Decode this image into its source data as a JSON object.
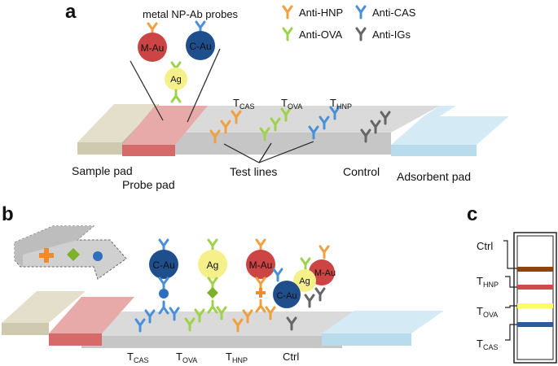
{
  "panels": {
    "a": "a",
    "b": "b",
    "c": "c"
  },
  "a": {
    "probes_title": "metal NP-Ab probes",
    "probe_left": "M-Au",
    "probe_right": "C-Au",
    "antigen": "Ag",
    "legend": [
      {
        "label": "Anti-HNP",
        "color": "#f0a040"
      },
      {
        "label": "Anti-CAS",
        "color": "#4a90d9"
      },
      {
        "label": "Anti-OVA",
        "color": "#9ed24c"
      },
      {
        "label": "Anti-IGs",
        "color": "#666666"
      }
    ],
    "line_labels": [
      {
        "main": "T",
        "sub": "CAS"
      },
      {
        "main": "T",
        "sub": "OVA"
      },
      {
        "main": "T",
        "sub": "HNP"
      }
    ],
    "captions": {
      "sample_pad": "Sample pad",
      "probe_pad": "Probe pad",
      "test_lines": "Test lines",
      "control": "Control",
      "adsorbent_pad": "Adsorbent pad"
    }
  },
  "b": {
    "complexes": [
      {
        "particle": "C-Au",
        "color": "#1f4e8c"
      },
      {
        "particle": "Ag",
        "color": "#f5f08a"
      },
      {
        "particle": "M-Au",
        "color": "#cc4444"
      }
    ],
    "ctrl_particles": [
      "C-Au",
      "Ag",
      "M-Au"
    ],
    "axis_labels": [
      {
        "main": "T",
        "sub": "CAS"
      },
      {
        "main": "T",
        "sub": "OVA"
      },
      {
        "main": "T",
        "sub": "HNP"
      },
      {
        "main": "Ctrl",
        "sub": ""
      }
    ]
  },
  "c": {
    "labels": [
      {
        "main": "Ctrl",
        "sub": ""
      },
      {
        "main": "T",
        "sub": "HNP"
      },
      {
        "main": "T",
        "sub": "OVA"
      },
      {
        "main": "T",
        "sub": "CAS"
      }
    ],
    "band_colors": [
      "#8b4513",
      "#d04a4a",
      "#ffff66",
      "#2a5c99"
    ]
  }
}
